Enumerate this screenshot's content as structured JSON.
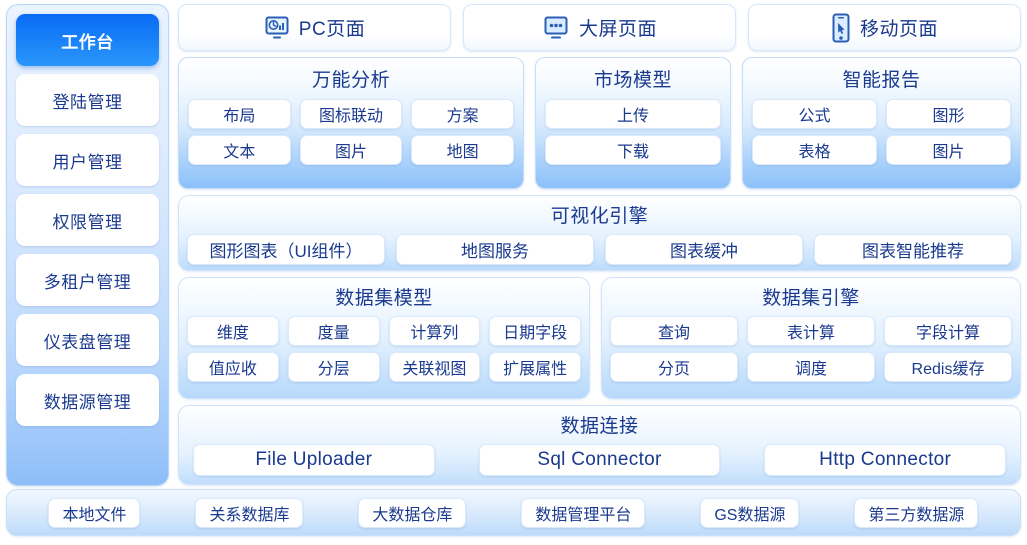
{
  "sidebar": {
    "items": [
      {
        "label": "工作台",
        "active": true
      },
      {
        "label": "登陆管理",
        "active": false
      },
      {
        "label": "用户管理",
        "active": false
      },
      {
        "label": "权限管理",
        "active": false
      },
      {
        "label": "多租户管理",
        "active": false
      },
      {
        "label": "仪表盘管理",
        "active": false
      },
      {
        "label": "数据源管理",
        "active": false
      }
    ]
  },
  "tabs": [
    {
      "label": "PC页面",
      "icon": "monitor-chart-icon"
    },
    {
      "label": "大屏页面",
      "icon": "monitor-dots-icon"
    },
    {
      "label": "移动页面",
      "icon": "mobile-cursor-icon"
    }
  ],
  "features": [
    {
      "title": "万能分析",
      "rows": [
        [
          "布局",
          "图标联动",
          "方案"
        ],
        [
          "文本",
          "图片",
          "地图"
        ]
      ]
    },
    {
      "title": "市场模型",
      "rows": [
        [
          "上传"
        ],
        [
          "下载"
        ]
      ]
    },
    {
      "title": "智能报告",
      "rows": [
        [
          "公式",
          "图形"
        ],
        [
          "表格",
          "图片"
        ]
      ]
    }
  ],
  "visualization": {
    "title": "可视化引擎",
    "chips": [
      "图形图表（UI组件）",
      "地图服务",
      "图表缓冲",
      "图表智能推荐"
    ]
  },
  "dataset": [
    {
      "title": "数据集模型",
      "rows": [
        [
          "维度",
          "度量",
          "计算列",
          "日期字段"
        ],
        [
          "值应收",
          "分层",
          "关联视图",
          "扩展属性"
        ]
      ]
    },
    {
      "title": "数据集引擎",
      "rows": [
        [
          "查询",
          "表计算",
          "字段计算"
        ],
        [
          "分页",
          "调度",
          "Redis缓存"
        ]
      ]
    }
  ],
  "connection": {
    "title": "数据连接",
    "chips": [
      "File Uploader",
      "Sql Connector",
      "Http Connector"
    ]
  },
  "sources": [
    "本地文件",
    "关系数据库",
    "大数据仓库",
    "数据管理平台",
    "GS数据源",
    "第三方数据源"
  ],
  "colors": {
    "accent": "#0a6bf5",
    "text": "#1a3a8f",
    "panel_top": "#ffffff",
    "panel_bottom": "#8cc0fa"
  }
}
